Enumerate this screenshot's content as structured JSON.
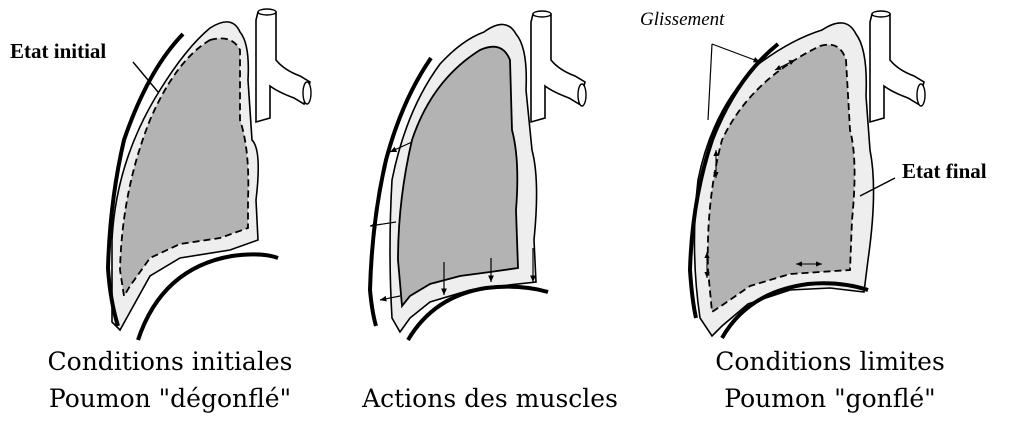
{
  "labels": {
    "etat_initial": "Etat initial",
    "etat_final": "Etat final",
    "glissement": "Glissement"
  },
  "captions": {
    "panel1_line1": "Conditions initiales",
    "panel1_line2": "Poumon \"dégonflé\"",
    "panel2_line1": "Actions des muscles",
    "panel3_line1": "Conditions limites",
    "panel3_line2": "Poumon \"gonflé\""
  },
  "colors": {
    "lung_fill": "#b3b3b3",
    "pleura_fill": "#eeeeee",
    "stroke": "#000000"
  }
}
